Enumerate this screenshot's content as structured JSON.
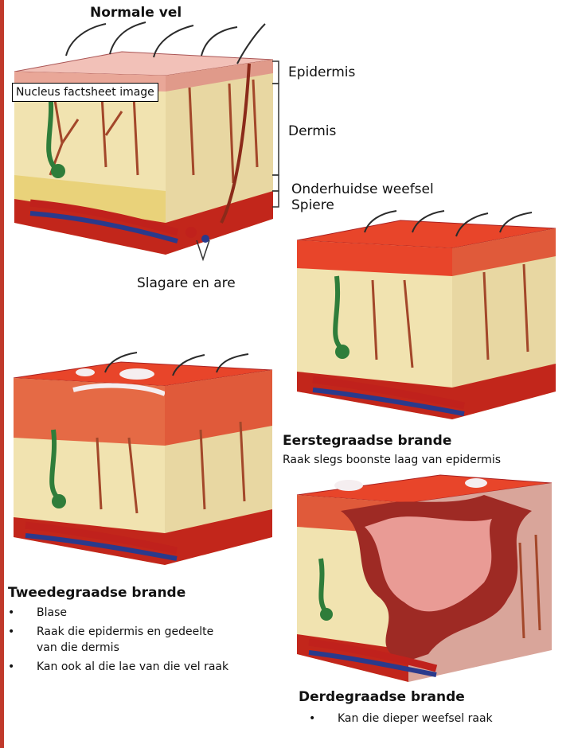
{
  "normal": {
    "title": "Normale vel",
    "tooltip": "Nucleus factsheet image",
    "layers": [
      "Epidermis",
      "Dermis",
      "Onderhuidse weefsel",
      "Spiere"
    ],
    "vessels_label": "Slagare en are"
  },
  "first_degree": {
    "title": "Eerstegraadse brande",
    "description": "Raak slegs boonste laag van epidermis"
  },
  "second_degree": {
    "title": "Tweedegraadse brande",
    "bullets": [
      "Blase",
      "Raak die epidermis en gedeelte",
      "van die dermis",
      "Kan ook al die lae van die vel raak"
    ]
  },
  "third_degree": {
    "title": "Derdegraadse brande",
    "bullets": [
      "Kan die dieper weefsel raak"
    ]
  },
  "colors": {
    "skin_top_normal": "#f2c1b8",
    "skin_top_burn": "#e8452a",
    "dermis": "#f1e3b0",
    "fat": "#e9d27a",
    "muscle": "#c2261b",
    "artery": "#c0211c",
    "vein": "#2a3a8c",
    "hair": "#2b2b2b",
    "accent_bar": "#c0392b"
  }
}
